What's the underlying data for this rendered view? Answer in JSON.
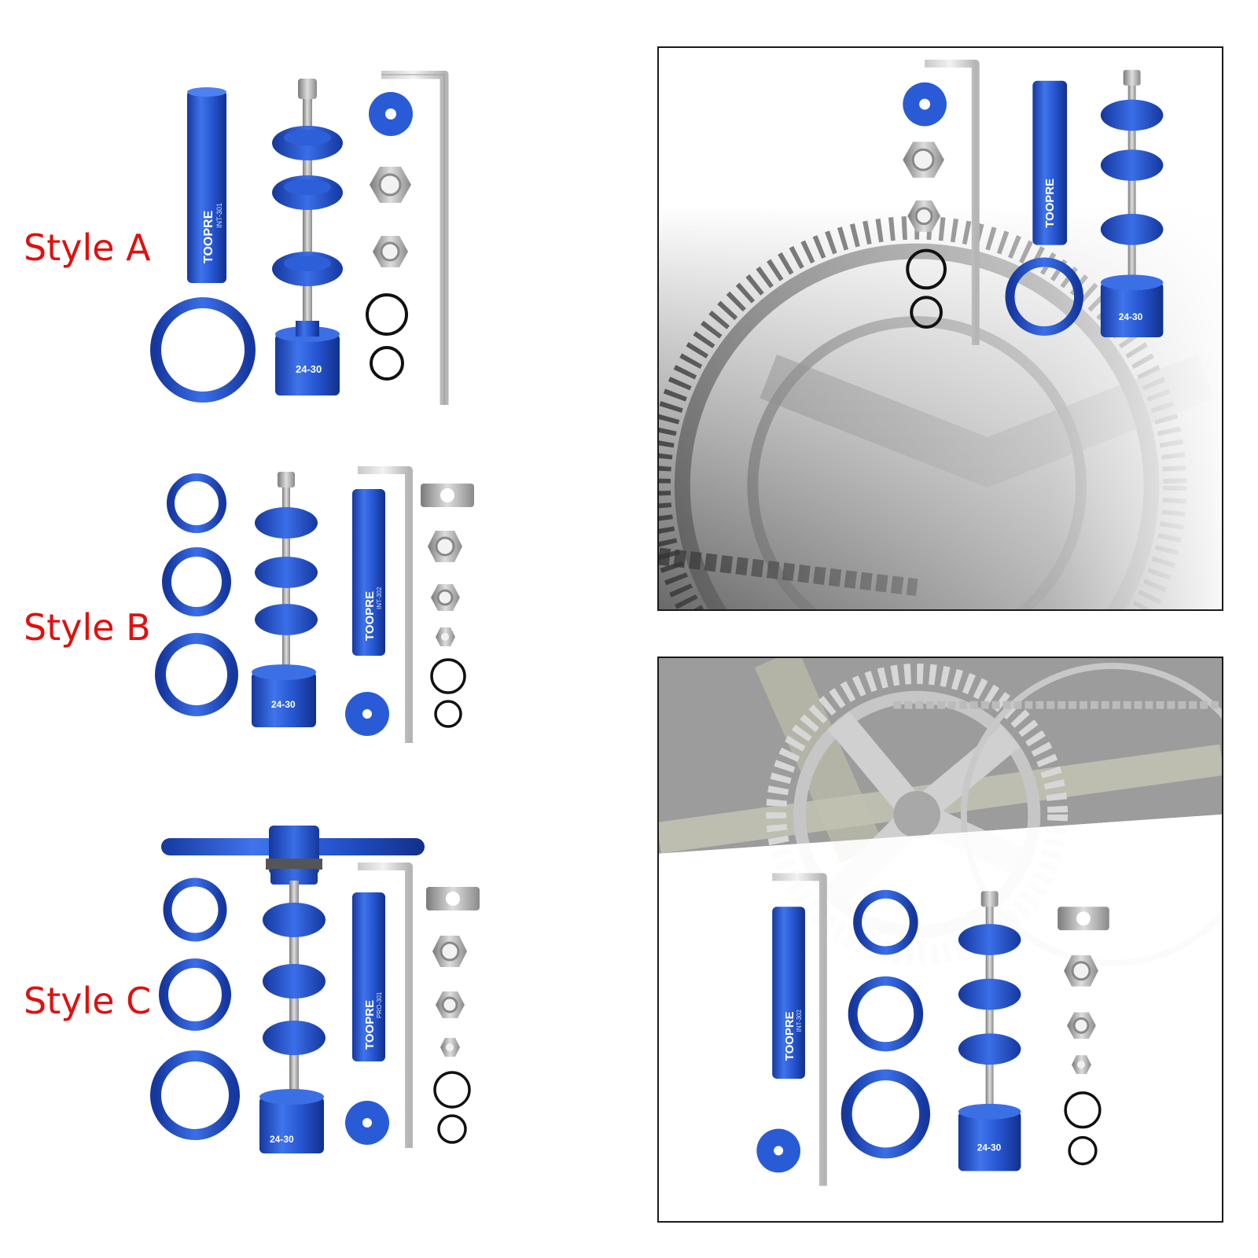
{
  "labels": {
    "style_a": "Style A",
    "style_b": "Style B",
    "style_c": "Style C"
  },
  "brand": "TOOPRE",
  "models": {
    "style_a": "INT-301",
    "style_b": "INT-302",
    "style_c": "PRO-301",
    "panel_bottom": "INT-302"
  },
  "cup_size": "24-30",
  "colors": {
    "label": "#e01010",
    "anodized_blue": "#1f4fc8",
    "steel": "#b8b8b8",
    "frame": "#1a1a1a"
  }
}
